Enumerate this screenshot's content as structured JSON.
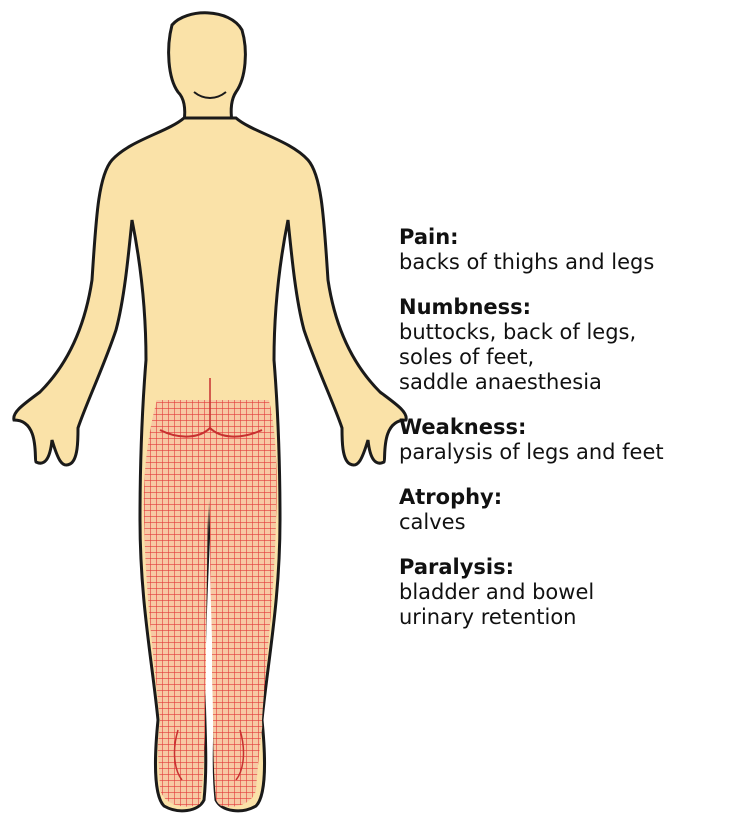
{
  "colors": {
    "skin": "#FAE2A8",
    "outline": "#1a1a1a",
    "affected_grid": "#E23B3B",
    "affected_fill": "#F7C9A4",
    "text": "#111111"
  },
  "figure": {
    "view": "posterior",
    "affected_region_icon": "red-grid-hatch"
  },
  "symptoms": [
    {
      "title": "Pain:",
      "lines": [
        "backs of thighs and legs"
      ]
    },
    {
      "title": "Numbness:",
      "lines": [
        "buttocks, back of legs,",
        "soles of feet,",
        "saddle anaesthesia"
      ]
    },
    {
      "title": "Weakness:",
      "lines": [
        "paralysis of legs and feet"
      ]
    },
    {
      "title": "Atrophy:",
      "lines": [
        "calves"
      ]
    },
    {
      "title": "Paralysis:",
      "lines": [
        "bladder and bowel",
        "urinary retention"
      ]
    }
  ]
}
